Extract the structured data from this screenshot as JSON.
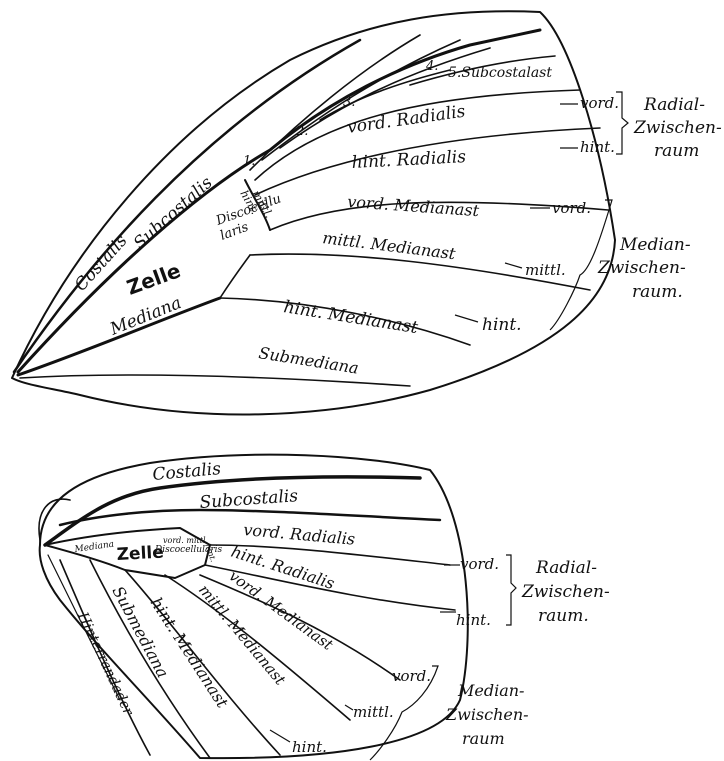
{
  "forewing": {
    "cell": "Zelle",
    "veins": {
      "costalis": "Costalis",
      "subcostalis": "Subcostalis",
      "mediana": "Mediana",
      "fifth_subcostal": "5.Subcostalast",
      "vord_radialis": "vord. Radialis",
      "hint_radialis": "hint. Radialis",
      "vord_medianast": "vord. Medianast",
      "mittl_medianast": "mittl. Medianast",
      "hint_medianast": "hint. Medianast",
      "submediana": "Submediana"
    },
    "discocellularis": [
      "hint.",
      "mittl.",
      "Discocellu",
      "laris"
    ],
    "branch_numbers": [
      "1.",
      "2.",
      "3.",
      "4."
    ],
    "radial_space": {
      "positions": [
        "vord.",
        "hint."
      ],
      "label": [
        "Radial-",
        "Zwischen-",
        "raum"
      ]
    },
    "median_space": {
      "positions": [
        "vord.",
        "mittl.",
        "hint."
      ],
      "label": [
        "Median-",
        "Zwischen-",
        "raum."
      ]
    }
  },
  "hindwing": {
    "cell": "Zelle",
    "veins": {
      "costalis": "Costalis",
      "subcostalis": "Subcostalis",
      "vord_radialis": "vord. Radialis",
      "hint_radialis": "hint. Radialis",
      "vord_medianast": "vord. Medianast",
      "mittl_medianast": "mittl. Medianast",
      "hint_medianast": "hint. Medianast",
      "submediana": "Submediana",
      "hinterrandader": "Hinterrandader"
    },
    "mediana_small": "Mediana",
    "discocellularis": [
      "vord. mittl.",
      "Discocellularis",
      "hint."
    ],
    "radial_space": {
      "positions": [
        "vord.",
        "hint."
      ],
      "label": [
        "Radial-",
        "Zwischen-",
        "raum."
      ]
    },
    "median_space": {
      "positions": [
        "vord.",
        "mittl.",
        "hint."
      ],
      "label": [
        "Median-",
        "Zwischen-",
        "raum"
      ]
    }
  }
}
